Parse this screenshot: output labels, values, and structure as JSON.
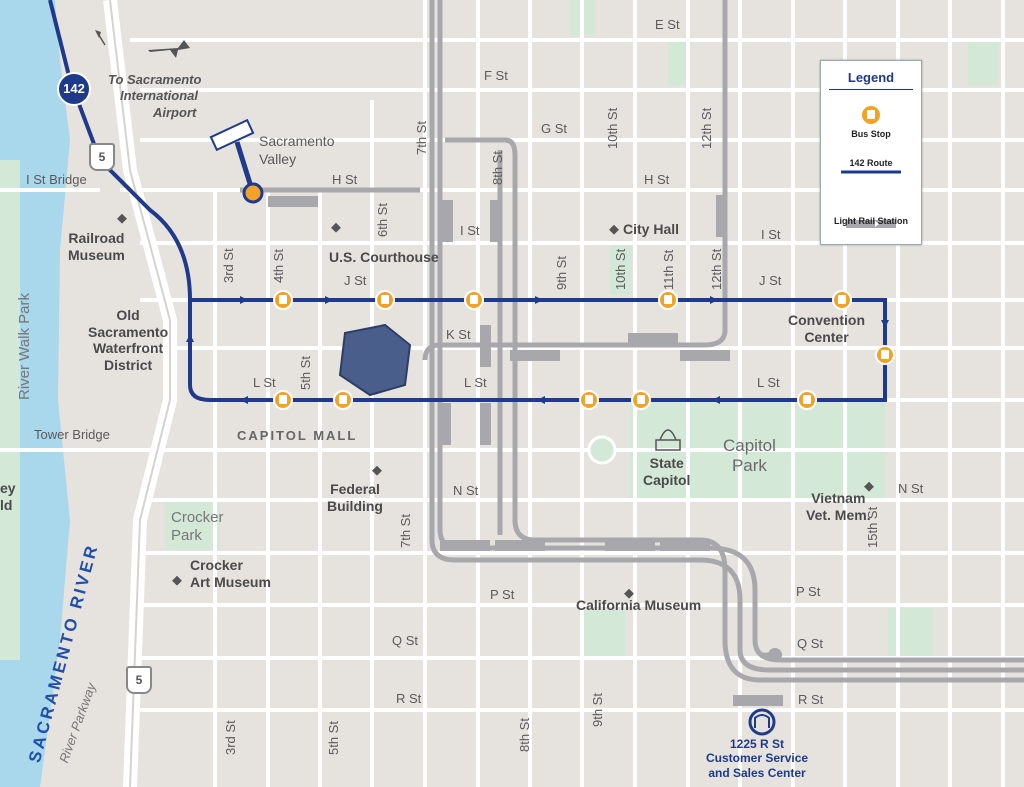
{
  "colors": {
    "route": "#1f3a8a",
    "stop": "#f3a228",
    "rail": "#a8a8ac",
    "park": "#d4e8d8",
    "river": "#a9d7ec",
    "street": "#ffffff",
    "bg": "#e6e3df"
  },
  "route": {
    "number": "142"
  },
  "airport": {
    "line1": "To Sacramento",
    "line2": "International",
    "line3": "Airport"
  },
  "interstate": [
    "5",
    "5"
  ],
  "legend": {
    "title": "Legend",
    "bus_stop": "Bus Stop",
    "route": "142 Route",
    "rail": "Light Rail Station"
  },
  "streets": {
    "e": "E St",
    "f": "F St",
    "g": "G St",
    "h": "H St",
    "h2": "H St",
    "i": "I St",
    "i2": "I St",
    "j": "J St",
    "j2": "J St",
    "k": "K St",
    "l": "L St",
    "l2": "L St",
    "l3": "L St",
    "n": "N St",
    "n2": "N St",
    "p": "P St",
    "p2": "P St",
    "q": "Q St",
    "q2": "Q St",
    "r": "R St",
    "r2": "R St",
    "s3": "3rd St",
    "s3b": "3rd St",
    "s4": "4th St",
    "s5": "5th St",
    "s5b": "5th St",
    "s6": "6th St",
    "s7": "7th St",
    "s7b": "7th St",
    "s8": "8th St",
    "s8b": "8th St",
    "s9": "9th St",
    "s9b": "9th St",
    "s10": "10th St",
    "s10b": "10th St",
    "s11": "11th St",
    "s12": "12th St",
    "s12b": "12th St",
    "s15": "15th St",
    "istbridge": "I St Bridge",
    "towerbridge": "Tower Bridge",
    "capitolmall": "CAPITOL MALL"
  },
  "places": {
    "sacvalley1": "Sacramento",
    "sacvalley2": "Valley",
    "railroad1": "Railroad",
    "railroad2": "Museum",
    "courthouse": "U.S. Courthouse",
    "cityhall": "City Hall",
    "oldsac1": "Old",
    "oldsac2": "Sacramento",
    "oldsac3": "Waterfront",
    "oldsac4": "District",
    "convention1": "Convention",
    "convention2": "Center",
    "statecap1": "State",
    "statecap2": "Capitol",
    "capitolpark1": "Capitol",
    "capitolpark2": "Park",
    "vietnam1": "Vietnam",
    "vietnam2": "Vet. Mem.",
    "federal1": "Federal",
    "federal2": "Building",
    "crockerpark1": "Crocker",
    "crockerpark2": "Park",
    "crockerart1": "Crocker",
    "crockerart2": "Art Museum",
    "calmuseum": "California Museum",
    "riverwalk": "River Walk Park",
    "river": "SACRAMENTO RIVER",
    "riverparkway": "River Parkway",
    "customer1": "1225 R St",
    "customer2": "Customer Service",
    "customer3": "and Sales Center",
    "edge1": "ey",
    "edge2": "ld"
  }
}
